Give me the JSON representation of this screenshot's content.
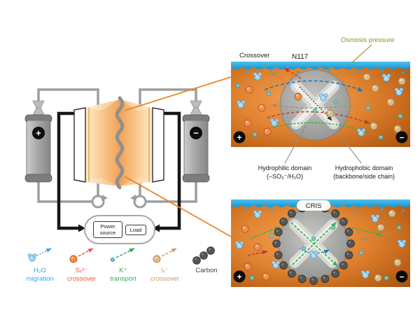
{
  "schematic": {
    "left_tank_sign": "+",
    "right_tank_sign": "−",
    "power_source_label": "Power source",
    "load_label": "Load"
  },
  "legend": {
    "items": [
      {
        "formula": "H₂O",
        "action": "migration",
        "color": "#2da7de"
      },
      {
        "formula": "Sₓ²⁻",
        "action": "crossover",
        "color": "#f0563a"
      },
      {
        "formula": "K⁺",
        "action": "transport",
        "color": "#2eb04a"
      },
      {
        "formula": "Iₓ⁻",
        "action": "crossover",
        "color": "#c59a6a"
      },
      {
        "formula": "Carbon",
        "action": "",
        "color": "#3f3f3f"
      }
    ]
  },
  "top_panel": {
    "membrane_name": "N117",
    "crossover_label": "Crossover",
    "osmosis_label": "Osmosis pressure",
    "osmosis_color": "#8f8f1a",
    "positive_sign": "+",
    "negative_sign": "−"
  },
  "bottom_panel": {
    "membrane_name": "CRIS",
    "positive_sign": "+",
    "negative_sign": "−"
  },
  "domain_labels": {
    "hydrophilic_title": "Hydrophilic domain",
    "hydrophilic_detail": "(–SO₃⁻/H₂O)",
    "hydrophobic_title": "Hydrophobic domain",
    "hydrophobic_detail": "(backbone/side chain)"
  }
}
